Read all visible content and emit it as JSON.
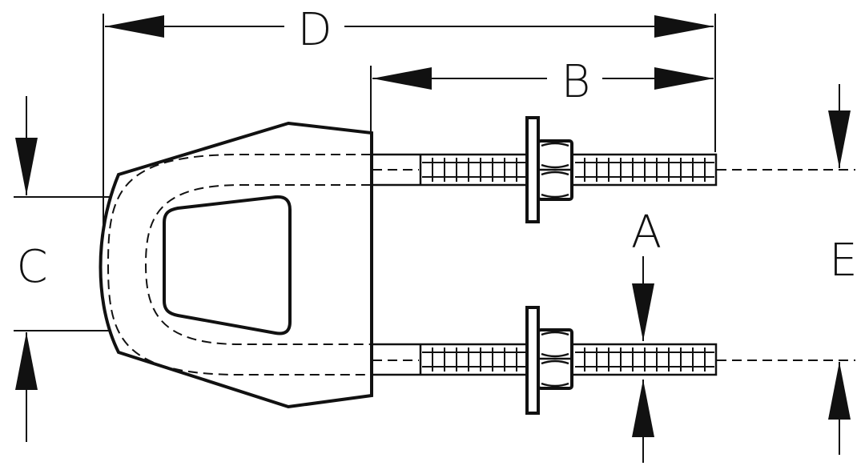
{
  "dimensions": {
    "a": "A",
    "b": "B",
    "c": "C",
    "d": "D",
    "e": "E"
  },
  "colors": {
    "line": "#111111",
    "background": "#ffffff"
  }
}
